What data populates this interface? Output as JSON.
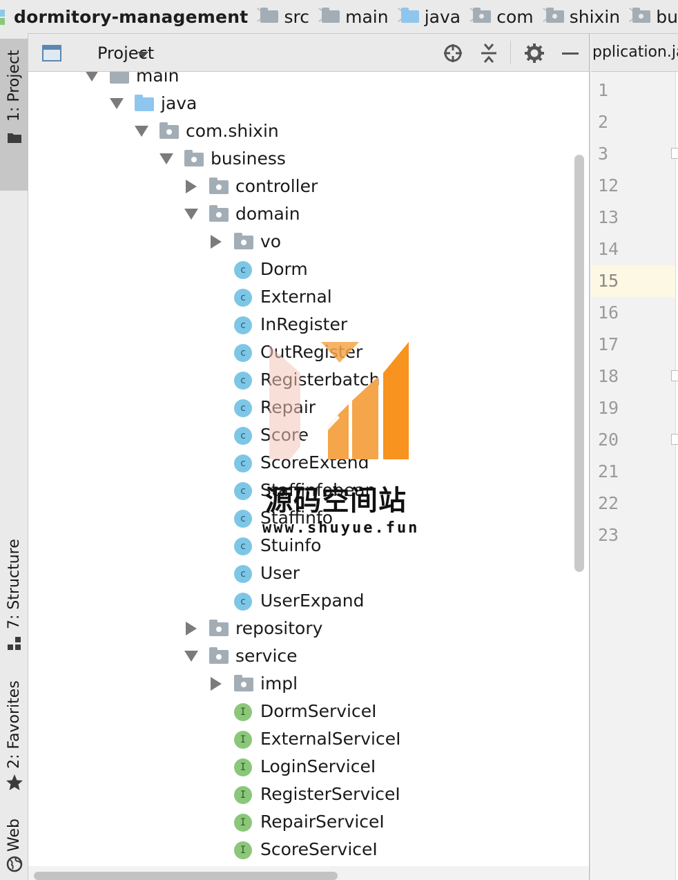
{
  "breadcrumb": {
    "items": [
      "dormitory-management",
      "src",
      "main",
      "java",
      "com",
      "shixin",
      "bu"
    ]
  },
  "toolwindow_tabs": {
    "project": "1: Project",
    "structure": "7: Structure",
    "favorites": "2: Favorites",
    "web": "Web"
  },
  "project_panel": {
    "title": "Project",
    "tree": [
      {
        "label": "main",
        "indent": 0,
        "expand": "down",
        "icon": "folder-gray"
      },
      {
        "label": "java",
        "indent": 1,
        "expand": "down",
        "icon": "folder-blue"
      },
      {
        "label": "com.shixin",
        "indent": 2,
        "expand": "down",
        "icon": "package"
      },
      {
        "label": "business",
        "indent": 3,
        "expand": "down",
        "icon": "package"
      },
      {
        "label": "controller",
        "indent": 4,
        "expand": "right",
        "icon": "package"
      },
      {
        "label": "domain",
        "indent": 4,
        "expand": "down",
        "icon": "package"
      },
      {
        "label": "vo",
        "indent": 5,
        "expand": "right",
        "icon": "package"
      },
      {
        "label": "Dorm",
        "indent": 5,
        "expand": "none",
        "icon": "class"
      },
      {
        "label": "External",
        "indent": 5,
        "expand": "none",
        "icon": "class"
      },
      {
        "label": "InRegister",
        "indent": 5,
        "expand": "none",
        "icon": "class"
      },
      {
        "label": "OutRegister",
        "indent": 5,
        "expand": "none",
        "icon": "class"
      },
      {
        "label": "Registerbatch",
        "indent": 5,
        "expand": "none",
        "icon": "class"
      },
      {
        "label": "Repair",
        "indent": 5,
        "expand": "none",
        "icon": "class"
      },
      {
        "label": "Score",
        "indent": 5,
        "expand": "none",
        "icon": "class"
      },
      {
        "label": "ScoreExtend",
        "indent": 5,
        "expand": "none",
        "icon": "class"
      },
      {
        "label": "Staffinfobean",
        "indent": 5,
        "expand": "none",
        "icon": "class"
      },
      {
        "label": "Staffinfo",
        "indent": 5,
        "expand": "none",
        "icon": "class"
      },
      {
        "label": "Stuinfo",
        "indent": 5,
        "expand": "none",
        "icon": "class"
      },
      {
        "label": "User",
        "indent": 5,
        "expand": "none",
        "icon": "class"
      },
      {
        "label": "UserExpand",
        "indent": 5,
        "expand": "none",
        "icon": "class"
      },
      {
        "label": "repository",
        "indent": 4,
        "expand": "right",
        "icon": "package"
      },
      {
        "label": "service",
        "indent": 4,
        "expand": "down",
        "icon": "package"
      },
      {
        "label": "impl",
        "indent": 5,
        "expand": "right",
        "icon": "package"
      },
      {
        "label": "DormServiceI",
        "indent": 5,
        "expand": "none",
        "icon": "interface"
      },
      {
        "label": "ExternalServiceI",
        "indent": 5,
        "expand": "none",
        "icon": "interface"
      },
      {
        "label": "LoginServiceI",
        "indent": 5,
        "expand": "none",
        "icon": "interface"
      },
      {
        "label": "RegisterServiceI",
        "indent": 5,
        "expand": "none",
        "icon": "interface"
      },
      {
        "label": "RepairServiceI",
        "indent": 5,
        "expand": "none",
        "icon": "interface"
      },
      {
        "label": "ScoreServiceI",
        "indent": 5,
        "expand": "none",
        "icon": "interface"
      }
    ]
  },
  "editor": {
    "tab_title": "pplication.ja",
    "line_numbers": [
      "1",
      "2",
      "3",
      "12",
      "13",
      "14",
      "15",
      "16",
      "17",
      "18",
      "19",
      "20",
      "21",
      "22",
      "23"
    ],
    "active_line": "15"
  },
  "watermark": {
    "title": "源码空间站",
    "url": "www.shuyue.fun",
    "colors": [
      "#f7931e",
      "#f5a54a",
      "#f2c7b8"
    ]
  }
}
